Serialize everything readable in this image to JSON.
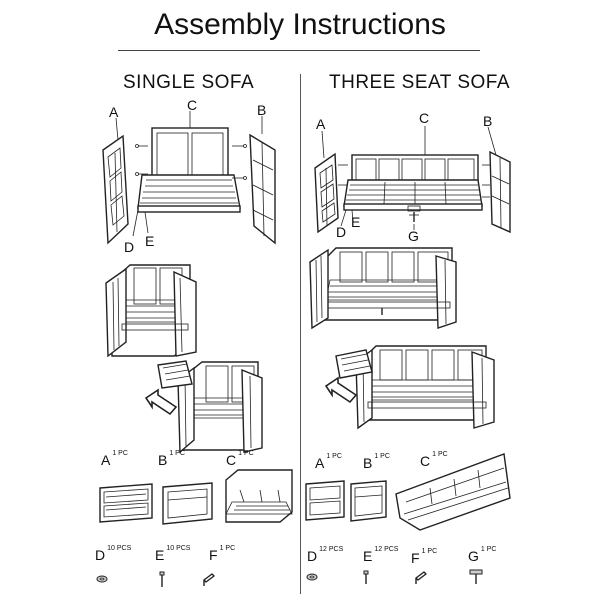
{
  "title": "Assembly Instructions",
  "single": {
    "heading": "SINGLE   SOFA",
    "callouts": {
      "a": "A",
      "b": "B",
      "c": "C",
      "d": "D",
      "e": "E"
    },
    "parts": [
      {
        "letter": "A",
        "qty": "1 PC"
      },
      {
        "letter": "B",
        "qty": "1 PC"
      },
      {
        "letter": "C",
        "qty": "1 PC"
      },
      {
        "letter": "D",
        "qty": "10 PCS"
      },
      {
        "letter": "E",
        "qty": "10 PCS"
      },
      {
        "letter": "F",
        "qty": "1 PC"
      }
    ]
  },
  "three": {
    "heading": "THREE SEAT SOFA",
    "callouts": {
      "a": "A",
      "b": "B",
      "c": "C",
      "d": "D",
      "e": "E",
      "g": "G"
    },
    "parts": [
      {
        "letter": "A",
        "qty": "1 PC"
      },
      {
        "letter": "B",
        "qty": "1 PC"
      },
      {
        "letter": "C",
        "qty": "1 PC"
      },
      {
        "letter": "D",
        "qty": "12 PCS"
      },
      {
        "letter": "E",
        "qty": "12 PCS"
      },
      {
        "letter": "F",
        "qty": "1 PC"
      },
      {
        "letter": "G",
        "qty": "1 PC"
      }
    ]
  }
}
